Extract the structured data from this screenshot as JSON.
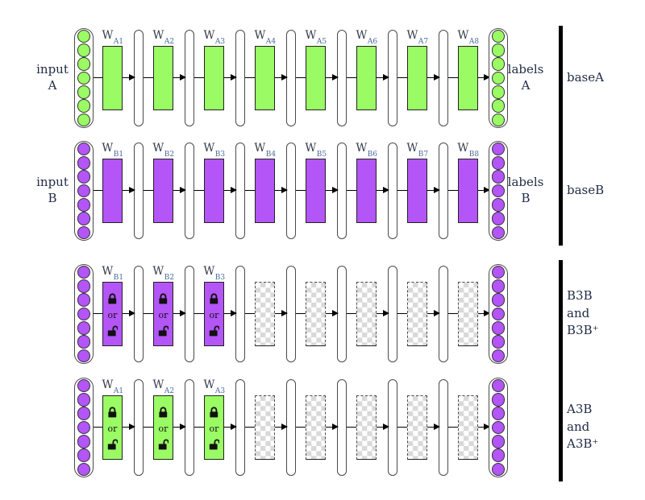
{
  "colors": {
    "green": "#9afb64",
    "purple": "#b355f7",
    "checker_dark": "#d9d9d9",
    "checker_light": "#ffffff",
    "bar": "#000000",
    "label_text": "#1f2a44",
    "w_main": "#333a4a",
    "w_sub": "#4a6a9a",
    "lock": "#111111"
  },
  "rows": [
    {
      "name": "baseA",
      "left_label_lines": [
        "input",
        "A"
      ],
      "output_label_lines": [
        "labels",
        "A"
      ],
      "group_label_lines": [
        "baseA"
      ],
      "input_color": "green",
      "output_color": "green",
      "units": [
        {
          "type": "layer",
          "color": "green",
          "w_main": "W",
          "w_sub": "A1"
        },
        {
          "type": "layer",
          "color": "green",
          "w_main": "W",
          "w_sub": "A2"
        },
        {
          "type": "layer",
          "color": "green",
          "w_main": "W",
          "w_sub": "A3"
        },
        {
          "type": "layer",
          "color": "green",
          "w_main": "W",
          "w_sub": "A4"
        },
        {
          "type": "layer",
          "color": "green",
          "w_main": "W",
          "w_sub": "A5"
        },
        {
          "type": "layer",
          "color": "green",
          "w_main": "W",
          "w_sub": "A6"
        },
        {
          "type": "layer",
          "color": "green",
          "w_main": "W",
          "w_sub": "A7"
        },
        {
          "type": "layer",
          "color": "green",
          "w_main": "W",
          "w_sub": "A8"
        }
      ]
    },
    {
      "name": "baseB",
      "left_label_lines": [
        "input",
        "B"
      ],
      "output_label_lines": [
        "labels",
        "B"
      ],
      "group_label_lines": [
        "baseB"
      ],
      "input_color": "purple",
      "output_color": "purple",
      "units": [
        {
          "type": "layer",
          "color": "purple",
          "w_main": "W",
          "w_sub": "B1"
        },
        {
          "type": "layer",
          "color": "purple",
          "w_main": "W",
          "w_sub": "B2"
        },
        {
          "type": "layer",
          "color": "purple",
          "w_main": "W",
          "w_sub": "B3"
        },
        {
          "type": "layer",
          "color": "purple",
          "w_main": "W",
          "w_sub": "B4"
        },
        {
          "type": "layer",
          "color": "purple",
          "w_main": "W",
          "w_sub": "B5"
        },
        {
          "type": "layer",
          "color": "purple",
          "w_main": "W",
          "w_sub": "B6"
        },
        {
          "type": "layer",
          "color": "purple",
          "w_main": "W",
          "w_sub": "B7"
        },
        {
          "type": "layer",
          "color": "purple",
          "w_main": "W",
          "w_sub": "B8"
        }
      ]
    },
    {
      "name": "B3B",
      "group_label_lines": [
        "B3B",
        "and",
        "B3B⁺"
      ],
      "input_color": "purple",
      "output_color": "purple",
      "units": [
        {
          "type": "layer",
          "color": "purple",
          "w_main": "W",
          "w_sub": "B1",
          "locks": true,
          "or_label": "or"
        },
        {
          "type": "layer",
          "color": "purple",
          "w_main": "W",
          "w_sub": "B2",
          "locks": true,
          "or_label": "or"
        },
        {
          "type": "layer",
          "color": "purple",
          "w_main": "W",
          "w_sub": "B3",
          "locks": true,
          "or_label": "or"
        },
        {
          "type": "frozen"
        },
        {
          "type": "frozen"
        },
        {
          "type": "frozen"
        },
        {
          "type": "frozen"
        },
        {
          "type": "frozen"
        }
      ]
    },
    {
      "name": "A3B",
      "group_label_lines": [
        "A3B",
        "and",
        "A3B⁺"
      ],
      "input_color": "purple",
      "output_color": "purple",
      "units": [
        {
          "type": "layer",
          "color": "green",
          "w_main": "W",
          "w_sub": "A1",
          "locks": true,
          "or_label": "or"
        },
        {
          "type": "layer",
          "color": "green",
          "w_main": "W",
          "w_sub": "A2",
          "locks": true,
          "or_label": "or"
        },
        {
          "type": "layer",
          "color": "green",
          "w_main": "W",
          "w_sub": "A3",
          "locks": true,
          "or_label": "or"
        },
        {
          "type": "frozen"
        },
        {
          "type": "frozen"
        },
        {
          "type": "frozen"
        },
        {
          "type": "frozen"
        },
        {
          "type": "frozen"
        }
      ]
    }
  ]
}
